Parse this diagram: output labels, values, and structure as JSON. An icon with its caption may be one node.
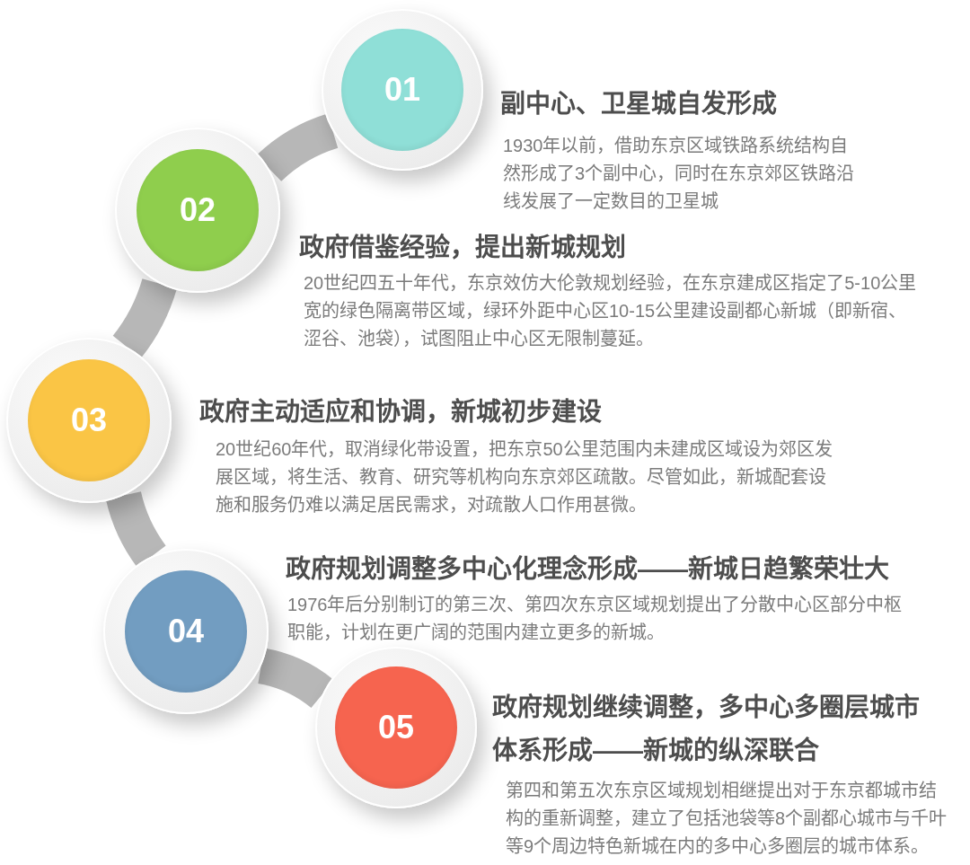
{
  "diagram": {
    "nodes": [
      {
        "text": [
          "01"
        ],
        "beside": [
          "副中心、卫星城自发形成",
          "1930年以前，借助东京区域铁路系统结构自然形成了3个副中心，同时在东京郊区铁路沿线发展了一定数目的卫星城"
        ]
      },
      {
        "text": [
          "02"
        ],
        "beside": [
          "政府借鉴经验，提出新城规划",
          "20世纪四五十年代，东京效仿大伦敦规划经验，在东京建成区指定了5-10公里宽的绿色隔离带区域，绿环外距中心区10-15公里建设副都心新城（即新宿、涩谷、池袋），试图阻止中心区无限制蔓延。"
        ]
      },
      {
        "text": [
          "03"
        ],
        "beside": [
          "政府主动适应和协调，新城初步建设",
          "20世纪60年代，取消绿化带设置，把东京50公里范围内未建成区域设为郊区发展区域，将生活、教育、研究等机构向东京郊区疏散。尽管如此，新城配套设施和服务仍难以满足居民需求，对疏散人口作用甚微。"
        ]
      },
      {
        "text": [
          "04"
        ],
        "beside": [
          "政府规划调整多中心化理念形成——新城日趋繁荣壮大",
          "1976年后分别制订的第三次、第四次东京区域规划提出了分散中心区部分中枢职能，计划在更广阔的范围内建立更多的新城。"
        ]
      },
      {
        "text": [
          "05"
        ],
        "beside": [
          "政府规划继续调整，多中心多圈层城市体系形成——新城的纵深联合",
          "第四和第五次东京区域规划相继提出对于东京都城市结构的重新调整，建立了包括池袋等8个副都心城市与千叶等9个周边特色新城在内的多中心多圈层的城市体系。"
        ]
      }
    ],
    "edges": [
      {
        "from": 0,
        "to": 1,
        "arrow": "none"
      },
      {
        "from": 1,
        "to": 2,
        "arrow": "none"
      },
      {
        "from": 2,
        "to": 3,
        "arrow": "none"
      },
      {
        "from": 3,
        "to": 4,
        "arrow": "none"
      }
    ]
  }
}
